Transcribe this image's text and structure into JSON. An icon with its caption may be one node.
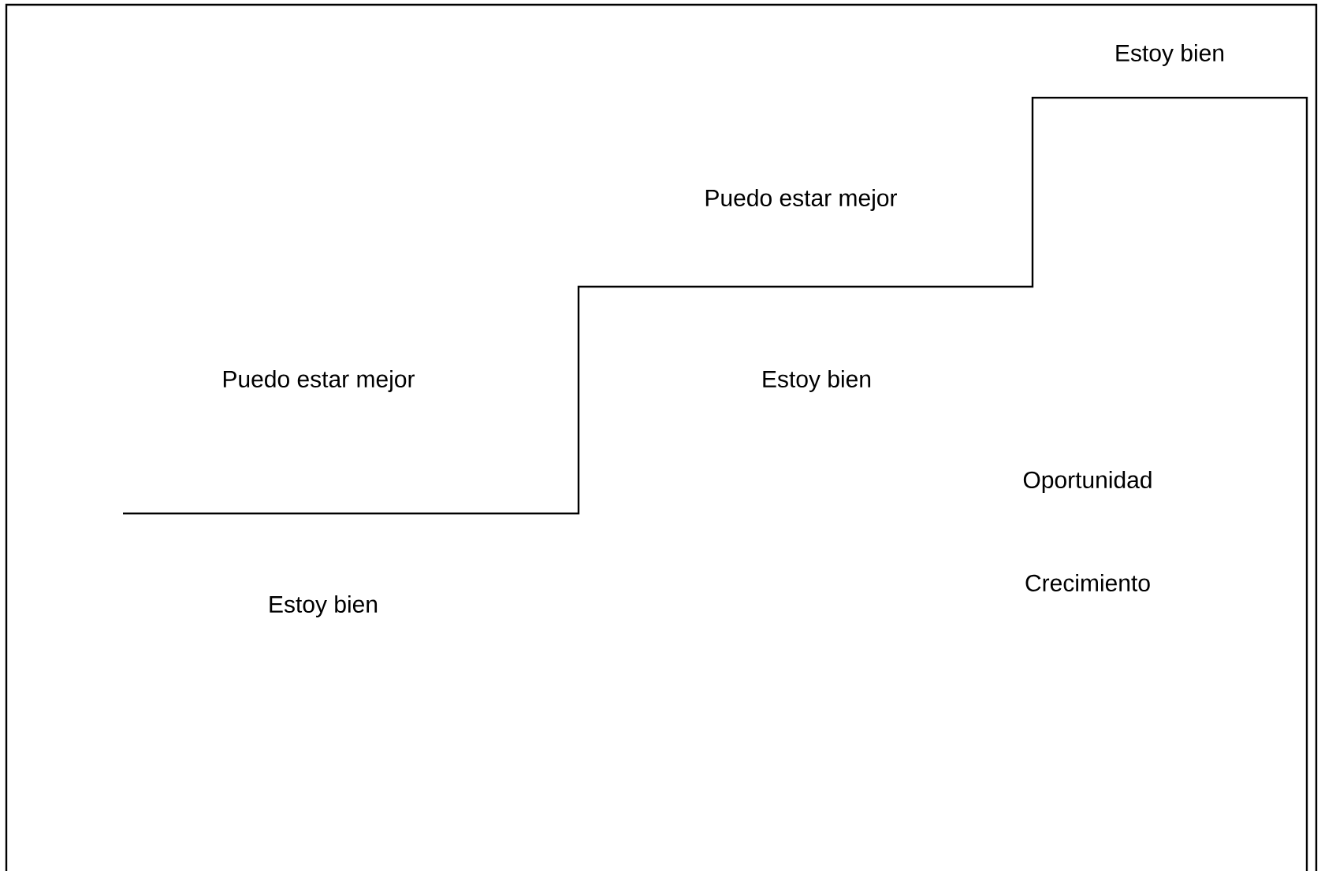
{
  "diagram": {
    "labels": [
      "Estoy bien",
      "Puedo estar mejor",
      "Puedo estar mejor",
      "Estoy bien",
      "Oportunidad",
      "Crecimiento",
      "Estoy bien"
    ]
  }
}
